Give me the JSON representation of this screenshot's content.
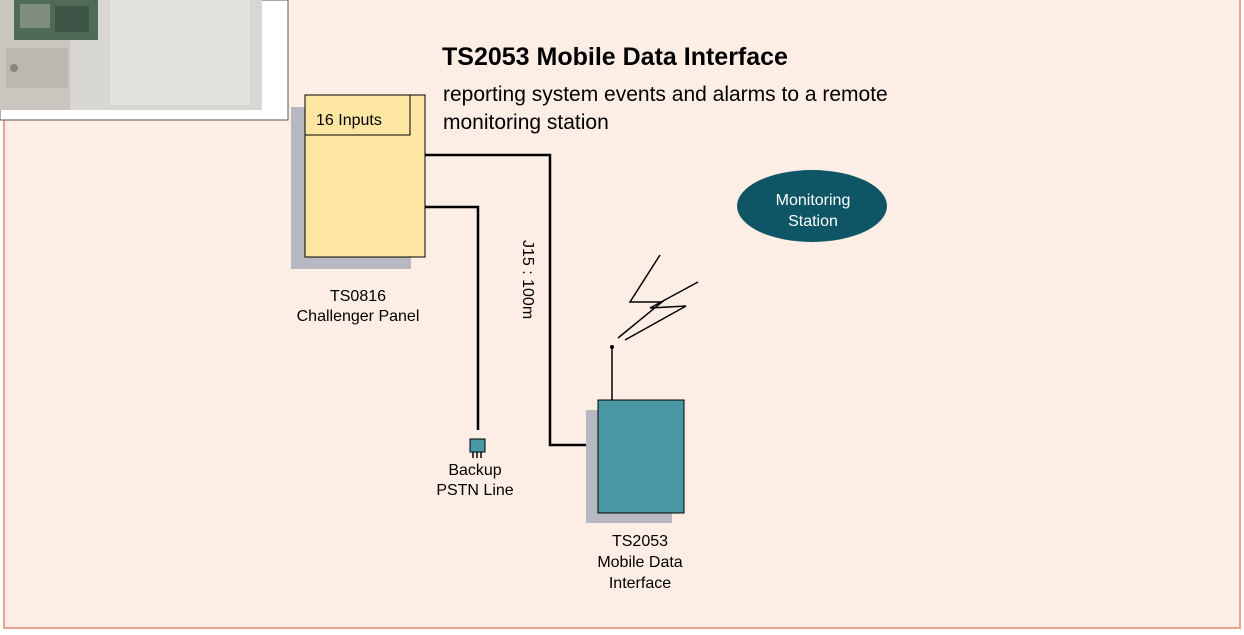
{
  "diagram": {
    "title": "TS2053 Mobile Data Interface",
    "subtitle": "reporting system events and alarms to a remote monitoring station",
    "panel": {
      "inputs_label": "16 Inputs",
      "caption_line1": "TS0816",
      "caption_line2": "Challenger Panel"
    },
    "cable_label": "J15 : 100m",
    "pstn": {
      "caption_line1": "Backup",
      "caption_line2": "PSTN Line"
    },
    "station": {
      "line1": "Monitoring",
      "line2": "Station"
    },
    "mdi": {
      "caption_line1": "TS2053",
      "caption_line2": "Mobile Data",
      "caption_line3": "Interface"
    },
    "colors": {
      "background": "#fdeee5",
      "border": "#e9a58c",
      "panel_fill": "#fde5a2",
      "shadow": "#b8b8c2",
      "device_teal": "#4a97a6",
      "station_fill": "#0e5566"
    }
  }
}
